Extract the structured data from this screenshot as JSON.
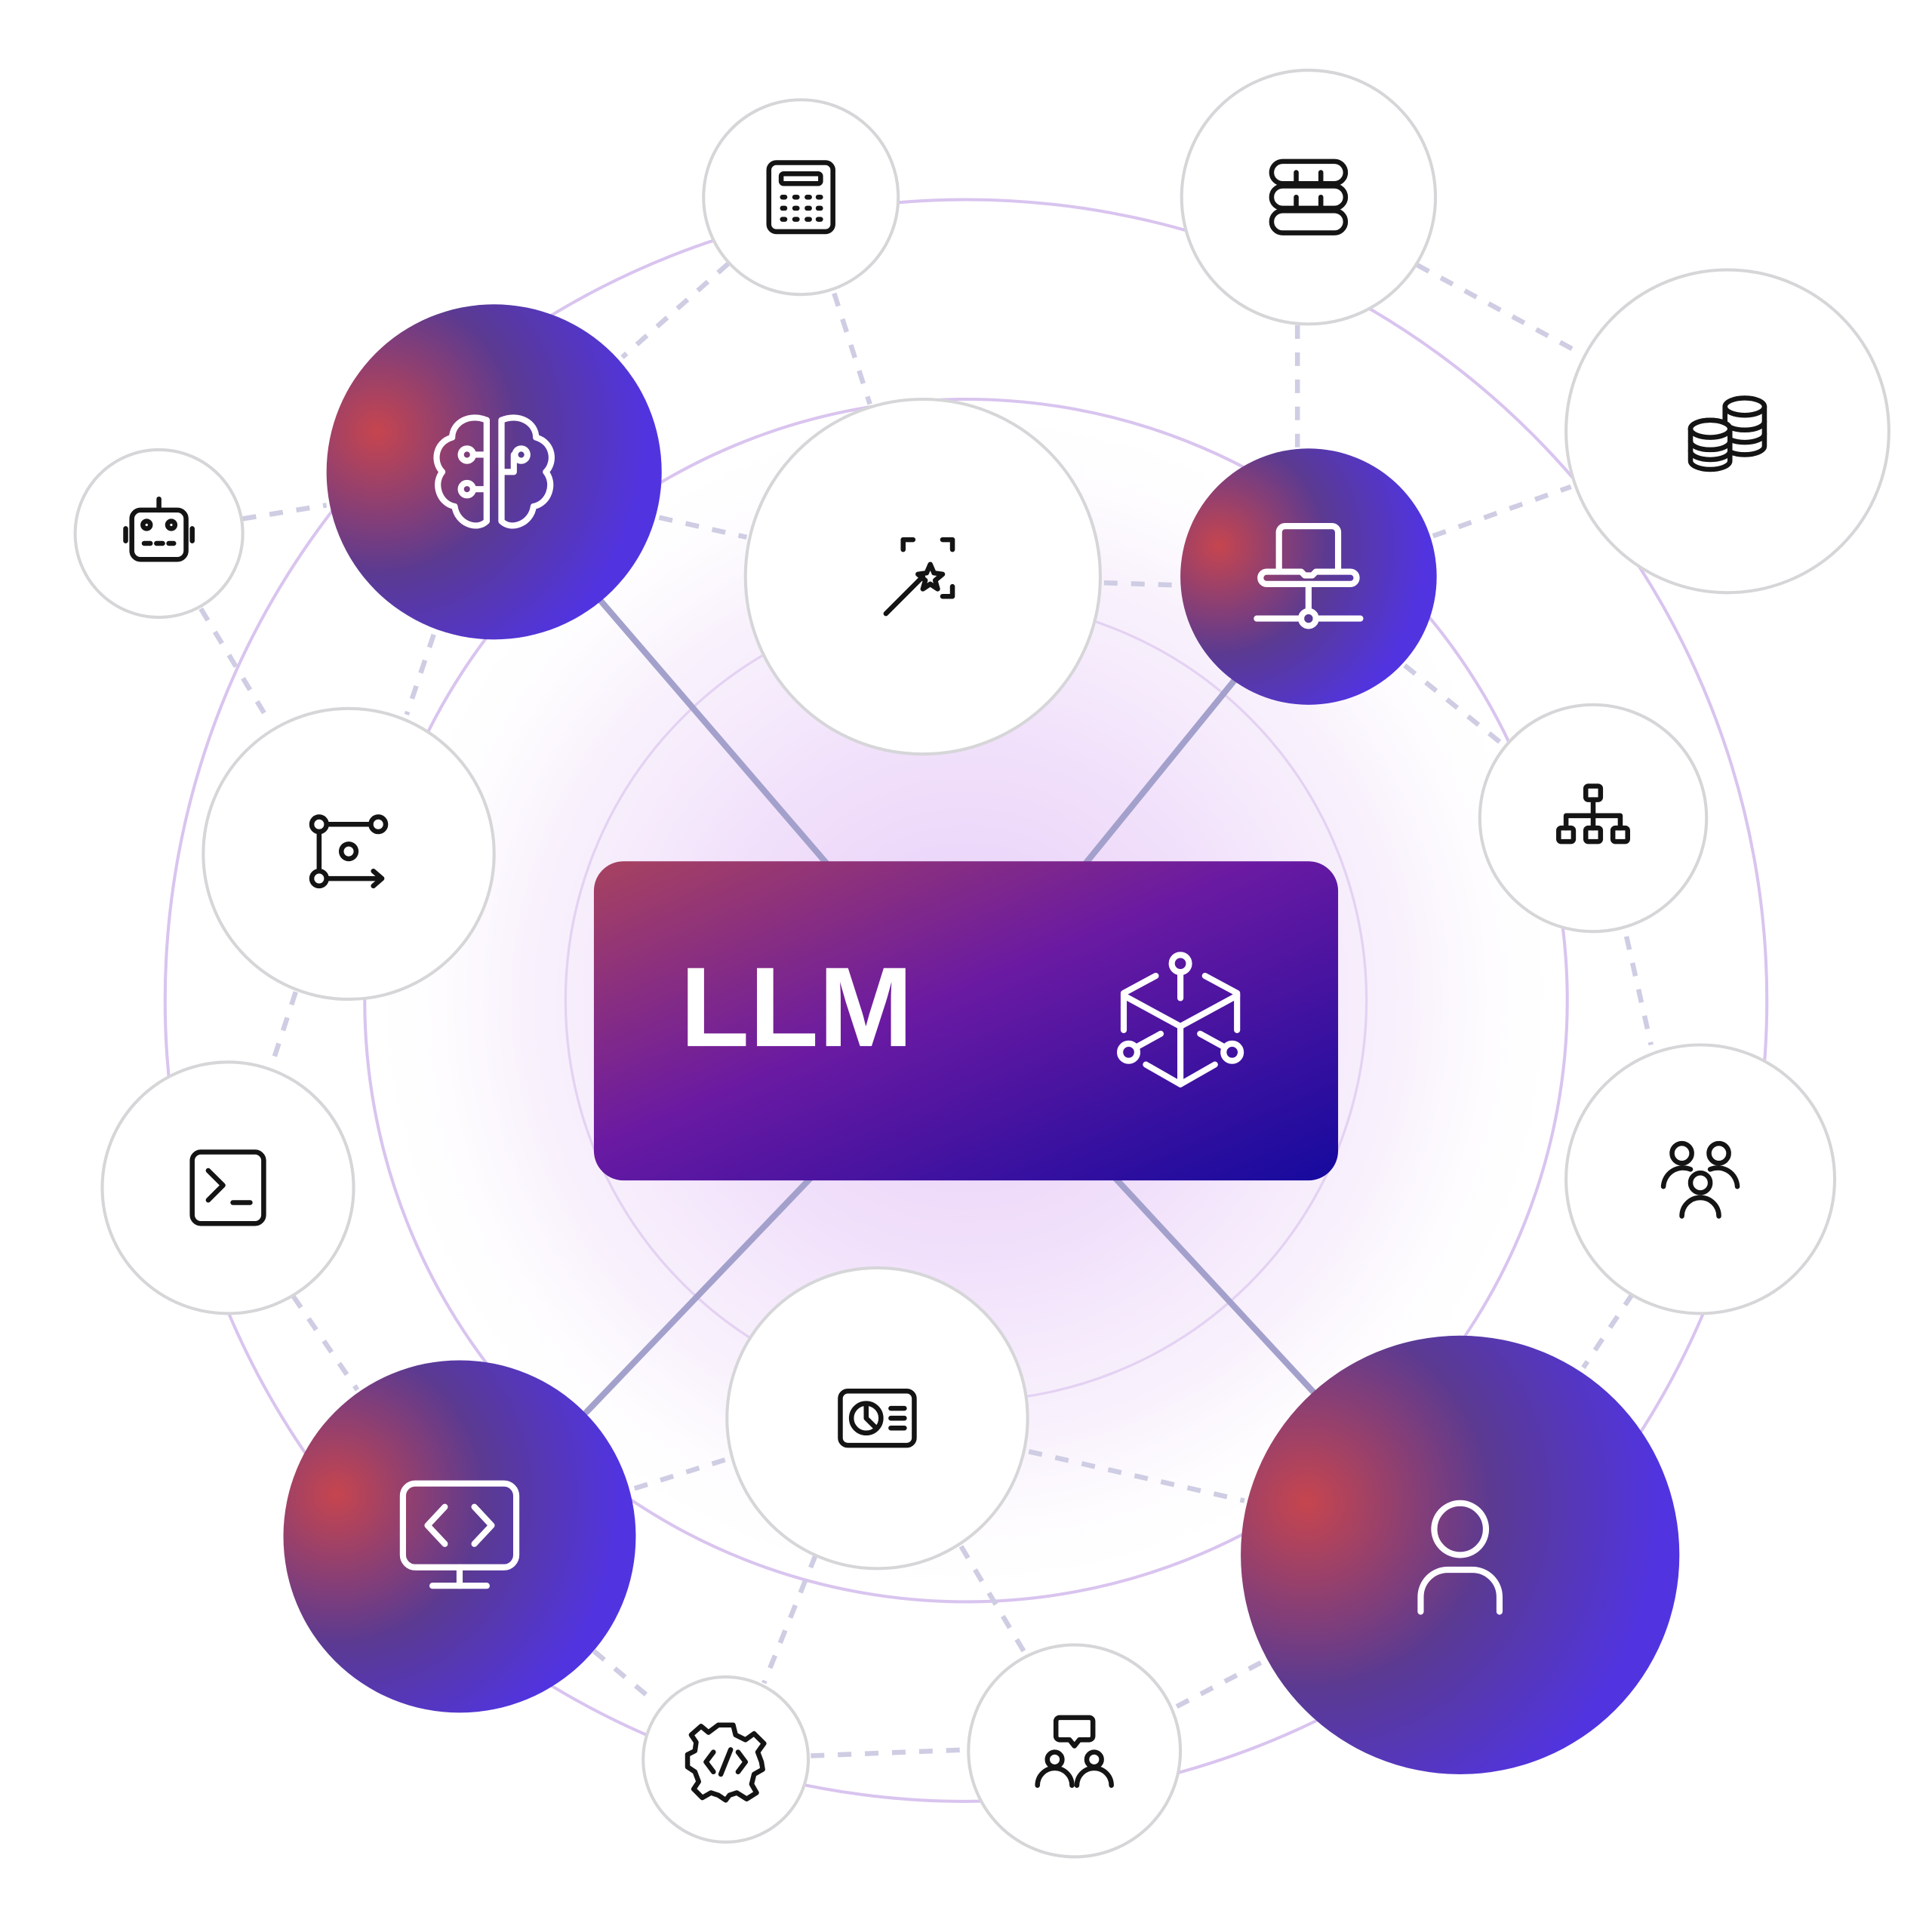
{
  "llm_box": {
    "label": "LLM",
    "icon": "ai-model-cube-icon"
  },
  "gradients": {
    "llm_start": "#a8435f",
    "llm_mid": "#6a1aa2",
    "llm_end": "#150a9e",
    "node_warm": "#c6454e",
    "node_mid": "#5a3a92",
    "node_cool": "#5134e0"
  },
  "nodes": [
    {
      "id": "brain",
      "icon": "brain-circuit-icon",
      "style": "gradient"
    },
    {
      "id": "network",
      "icon": "network-computer-icon",
      "style": "gradient"
    },
    {
      "id": "code-monitor",
      "icon": "code-monitor-icon",
      "style": "gradient"
    },
    {
      "id": "user",
      "icon": "user-icon",
      "style": "gradient"
    },
    {
      "id": "magic",
      "icon": "magic-wand-icon",
      "style": "white"
    },
    {
      "id": "calculator",
      "icon": "calculator-icon",
      "style": "white"
    },
    {
      "id": "server",
      "icon": "server-stack-icon",
      "style": "white"
    },
    {
      "id": "coins",
      "icon": "coins-stack-icon",
      "style": "white"
    },
    {
      "id": "hierarchy",
      "icon": "hierarchy-icon",
      "style": "white"
    },
    {
      "id": "team",
      "icon": "team-icon",
      "style": "white"
    },
    {
      "id": "robot",
      "icon": "robot-icon",
      "style": "white"
    },
    {
      "id": "workflow",
      "icon": "workflow-icon",
      "style": "white"
    },
    {
      "id": "terminal",
      "icon": "terminal-icon",
      "style": "white"
    },
    {
      "id": "dashboard",
      "icon": "dashboard-icon",
      "style": "white"
    },
    {
      "id": "code-gear",
      "icon": "code-gear-icon",
      "style": "white"
    },
    {
      "id": "discussion",
      "icon": "group-discussion-icon",
      "style": "white"
    }
  ]
}
